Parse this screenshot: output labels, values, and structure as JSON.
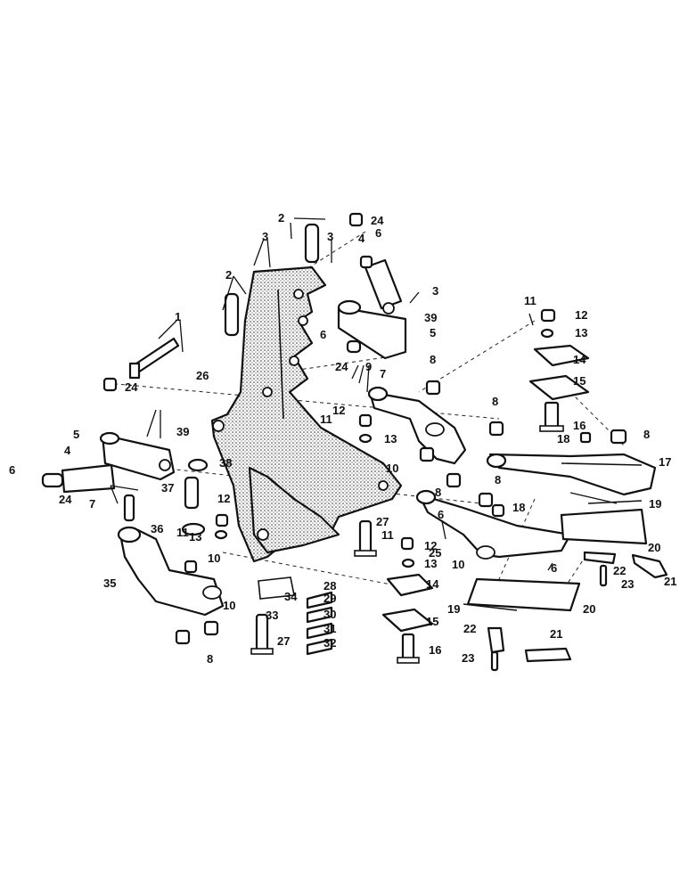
{
  "diagram": {
    "type": "exploded-parts-view",
    "callouts": [
      "1",
      "2",
      "2",
      "3",
      "3",
      "3",
      "4",
      "4",
      "5",
      "5",
      "6",
      "6",
      "6",
      "6",
      "6",
      "7",
      "7",
      "8",
      "8",
      "8",
      "8",
      "8",
      "8",
      "9",
      "10",
      "10",
      "10",
      "10",
      "11",
      "11",
      "11",
      "11",
      "12",
      "12",
      "12",
      "12",
      "13",
      "13",
      "13",
      "13",
      "14",
      "14",
      "15",
      "15",
      "16",
      "16",
      "17",
      "18",
      "18",
      "19",
      "19",
      "20",
      "20",
      "21",
      "21",
      "22",
      "22",
      "23",
      "23",
      "24",
      "24",
      "24",
      "24",
      "25",
      "26",
      "27",
      "27",
      "28",
      "29",
      "30",
      "31",
      "32",
      "33",
      "34",
      "35",
      "36",
      "37",
      "38",
      "39",
      "39"
    ]
  },
  "colors": {
    "ink": "#111111",
    "paper": "#ffffff"
  }
}
